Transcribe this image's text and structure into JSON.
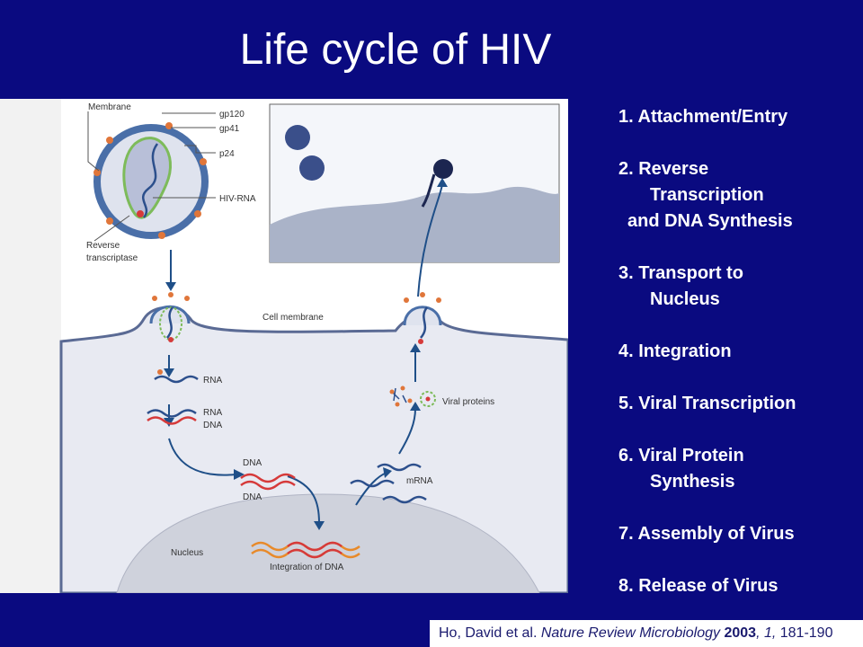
{
  "slide": {
    "title": "Life cycle of HIV"
  },
  "figure": {
    "labels": {
      "membrane": "Membrane",
      "gp120": "gp120",
      "gp41": "gp41",
      "p24": "p24",
      "hiv_rna": "HIV-RNA",
      "reverse": "Reverse",
      "transcriptase": "transcriptase",
      "cell_membrane": "Cell membrane",
      "rna": "RNA",
      "rna2": "RNA",
      "dna_a": "DNA",
      "dna_b": "DNA",
      "dna_c": "DNA",
      "viral_proteins": "Viral proteins",
      "mrna": "mRNA",
      "nucleus": "Nucleus",
      "integration": "Integration of DNA"
    },
    "colors": {
      "cell": "#e8eaf2",
      "nucleus": "#cfd2dc",
      "virus_ring": "#4a6fa8",
      "rna_blue": "#2c4f8c",
      "dna_red": "#d63a3a",
      "dna_orange": "#e88a2a",
      "protein_orange": "#e0763a",
      "capsid_green": "#7dbb5a"
    }
  },
  "steps": [
    {
      "line1": "1.   Attachment/Entry"
    },
    {
      "line1": "2. Reverse",
      "line2": "Transcription",
      "line3": "and DNA Synthesis"
    },
    {
      "line1": "3. Transport to",
      "line2": "Nucleus"
    },
    {
      "line1": "4. Integration"
    },
    {
      "line1": "5. Viral Transcription"
    },
    {
      "line1": "6. Viral Protein",
      "line2": "Synthesis"
    },
    {
      "line1": "7. Assembly of Virus"
    },
    {
      "line1": "8. Release of Virus"
    }
  ],
  "citation": {
    "authors": "Ho, David et al. ",
    "journal": "Nature Review Microbiology",
    "year": " 2003",
    "volume": ", 1,",
    "pages": " 181-190"
  }
}
